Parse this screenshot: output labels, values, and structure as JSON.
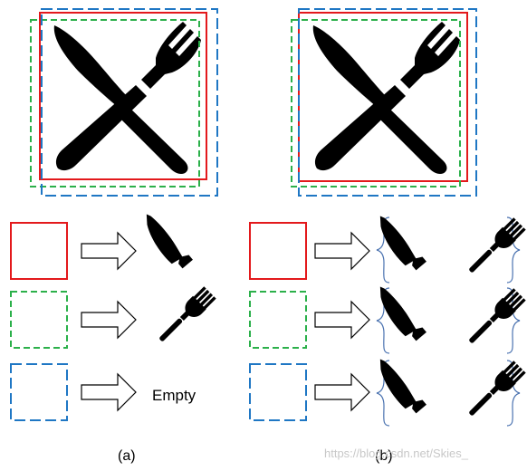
{
  "colors": {
    "red": "#e3191c",
    "green": "#2bb04a",
    "blue": "#1f77c4",
    "icon": "#000000",
    "brace": "#4a72b0"
  },
  "icons": [
    "knife-icon",
    "fork-icon",
    "right-arrow-icon",
    "curly-brace-icon"
  ],
  "panels": {
    "a": {
      "caption": "(a)",
      "rows": [
        {
          "box": "red",
          "output": "knife"
        },
        {
          "box": "green",
          "output": "fork"
        },
        {
          "box": "blue",
          "output": "Empty"
        }
      ]
    },
    "b": {
      "caption": "(b)",
      "rows": [
        {
          "box": "red",
          "output": "knife+fork"
        },
        {
          "box": "green",
          "output": "knife+fork"
        },
        {
          "box": "blue",
          "output": "knife+fork"
        }
      ]
    }
  },
  "empty_label": "Empty",
  "watermark": "https://blog.csdn.net/Skies_"
}
